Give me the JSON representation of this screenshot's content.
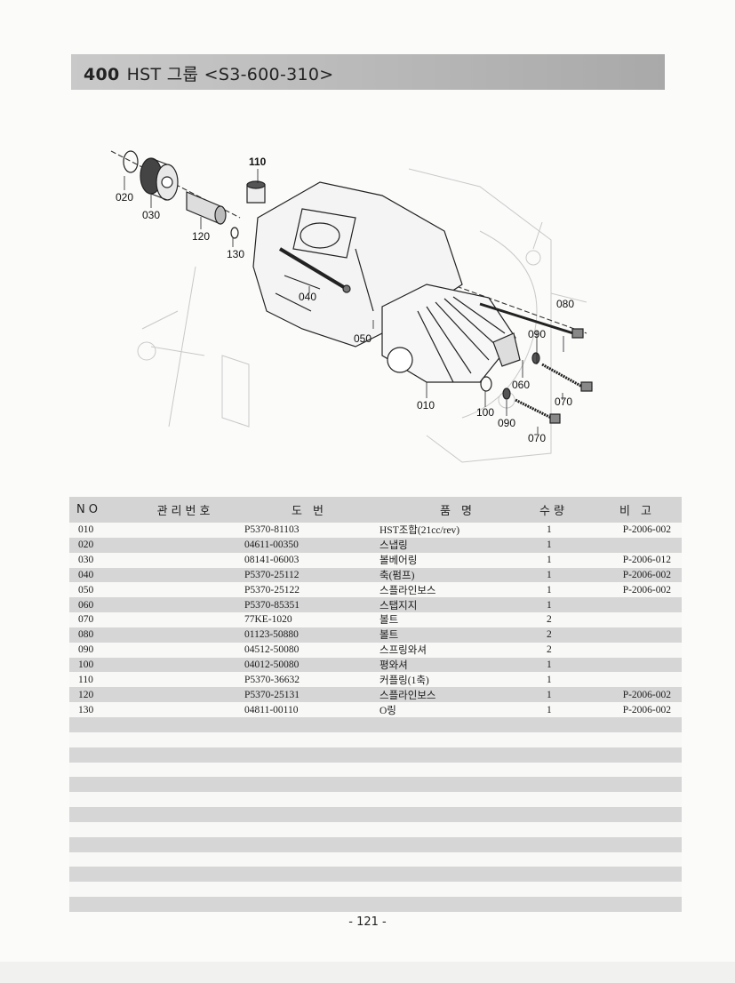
{
  "header": {
    "section_number": "400",
    "section_title": "HST 그룹 <S3-600-310>"
  },
  "diagram": {
    "callouts": [
      "010",
      "020",
      "030",
      "040",
      "050",
      "060",
      "070",
      "070",
      "080",
      "090",
      "090",
      "100",
      "110",
      "120",
      "130"
    ]
  },
  "table": {
    "columns": [
      "NO",
      "관리번호",
      "도 번",
      "품 명",
      "수량",
      "비 고"
    ],
    "rows": [
      {
        "no": "010",
        "mgmt": "",
        "drawing": "P5370-81103",
        "name": "HST조합(21cc/rev)",
        "qty": "1",
        "remark": "P-2006-002"
      },
      {
        "no": "020",
        "mgmt": "",
        "drawing": "04611-00350",
        "name": "스냅링",
        "qty": "1",
        "remark": ""
      },
      {
        "no": "030",
        "mgmt": "",
        "drawing": "08141-06003",
        "name": "볼베어링",
        "qty": "1",
        "remark": "P-2006-012"
      },
      {
        "no": "040",
        "mgmt": "",
        "drawing": "P5370-25112",
        "name": "축(펌프)",
        "qty": "1",
        "remark": "P-2006-002"
      },
      {
        "no": "050",
        "mgmt": "",
        "drawing": "P5370-25122",
        "name": "스플라인보스",
        "qty": "1",
        "remark": "P-2006-002"
      },
      {
        "no": "060",
        "mgmt": "",
        "drawing": "P5370-85351",
        "name": "스탭지지",
        "qty": "1",
        "remark": ""
      },
      {
        "no": "070",
        "mgmt": "",
        "drawing": "77KE-1020",
        "name": "볼트",
        "qty": "2",
        "remark": ""
      },
      {
        "no": "080",
        "mgmt": "",
        "drawing": "01123-50880",
        "name": "볼트",
        "qty": "2",
        "remark": ""
      },
      {
        "no": "090",
        "mgmt": "",
        "drawing": "04512-50080",
        "name": "스프링와셔",
        "qty": "2",
        "remark": ""
      },
      {
        "no": "100",
        "mgmt": "",
        "drawing": "04012-50080",
        "name": "평와셔",
        "qty": "1",
        "remark": ""
      },
      {
        "no": "110",
        "mgmt": "",
        "drawing": "P5370-36632",
        "name": "커플링(1축)",
        "qty": "1",
        "remark": ""
      },
      {
        "no": "120",
        "mgmt": "",
        "drawing": "P5370-25131",
        "name": "스플라인보스",
        "qty": "1",
        "remark": "P-2006-002"
      },
      {
        "no": "130",
        "mgmt": "",
        "drawing": "04811-00110",
        "name": "O링",
        "qty": "1",
        "remark": "P-2006-002"
      },
      {
        "no": "",
        "mgmt": "",
        "drawing": "",
        "name": "",
        "qty": "",
        "remark": ""
      },
      {
        "no": "",
        "mgmt": "",
        "drawing": "",
        "name": "",
        "qty": "",
        "remark": ""
      },
      {
        "no": "",
        "mgmt": "",
        "drawing": "",
        "name": "",
        "qty": "",
        "remark": ""
      },
      {
        "no": "",
        "mgmt": "",
        "drawing": "",
        "name": "",
        "qty": "",
        "remark": ""
      },
      {
        "no": "",
        "mgmt": "",
        "drawing": "",
        "name": "",
        "qty": "",
        "remark": ""
      },
      {
        "no": "",
        "mgmt": "",
        "drawing": "",
        "name": "",
        "qty": "",
        "remark": ""
      },
      {
        "no": "",
        "mgmt": "",
        "drawing": "",
        "name": "",
        "qty": "",
        "remark": ""
      },
      {
        "no": "",
        "mgmt": "",
        "drawing": "",
        "name": "",
        "qty": "",
        "remark": ""
      },
      {
        "no": "",
        "mgmt": "",
        "drawing": "",
        "name": "",
        "qty": "",
        "remark": ""
      },
      {
        "no": "",
        "mgmt": "",
        "drawing": "",
        "name": "",
        "qty": "",
        "remark": ""
      },
      {
        "no": "",
        "mgmt": "",
        "drawing": "",
        "name": "",
        "qty": "",
        "remark": ""
      },
      {
        "no": "",
        "mgmt": "",
        "drawing": "",
        "name": "",
        "qty": "",
        "remark": ""
      },
      {
        "no": "",
        "mgmt": "",
        "drawing": "",
        "name": "",
        "qty": "",
        "remark": ""
      }
    ]
  },
  "footer": {
    "page_number": "- 121 -"
  }
}
